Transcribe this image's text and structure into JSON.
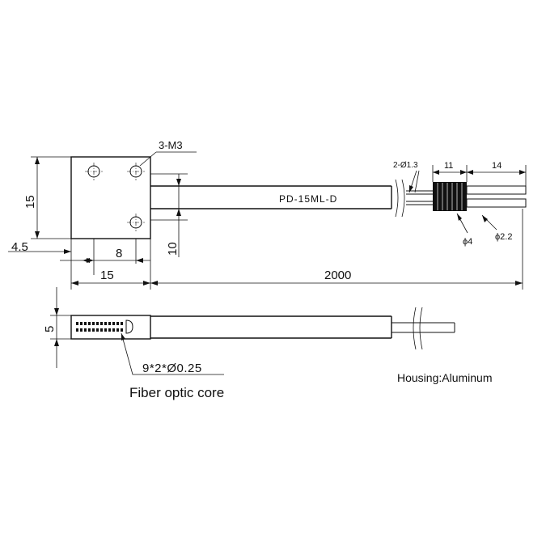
{
  "labels": {
    "thread": "3-M3",
    "model": "PD-15ML-D",
    "fiber_dia": "2-Ø1.3",
    "dim_11": "11",
    "dim_14": "14",
    "dia_4": "ϕ4",
    "dia_22": "ϕ2.2",
    "dim_15_height": "15",
    "dim_4_5": "4.5",
    "dim_8": "8",
    "dim_10": "10",
    "dim_15_width": "15",
    "dim_2000": "2000",
    "dim_5": "5",
    "core_spec": "9*2*Ø0.25",
    "core_label": "Fiber optic core",
    "housing": "Housing:Aluminum"
  },
  "colors": {
    "line": "#111111",
    "background": "#ffffff"
  }
}
